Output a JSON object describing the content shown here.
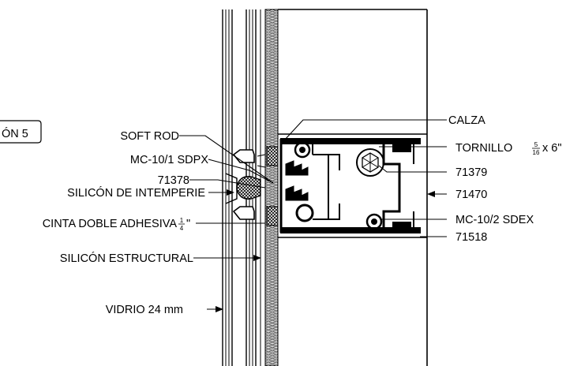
{
  "section_tag": "ÓN 5",
  "labels": {
    "soft_rod": "SOFT ROD",
    "mc10_1": "MC-10/1 SDPX",
    "part_71378": "71378",
    "silicon_intemperie": "SILICÓN DE INTEMPERIE",
    "cinta": "CINTA DOBLE ADHESIVA",
    "cinta_frac_num": "1",
    "cinta_frac_den": "4",
    "cinta_suffix": "\"",
    "silicon_estructural": "SILICÓN ESTRUCTURAL",
    "vidrio": "VIDRIO 24 mm",
    "calza": "CALZA",
    "tornillo": "TORNILLO",
    "tornillo_frac_num": "5",
    "tornillo_frac_den": "16",
    "tornillo_suffix": "x 6\"",
    "part_71379": "71379",
    "part_71470": "71470",
    "mc10_2": "MC-10/2 SDEX",
    "part_71518": "71518"
  },
  "colors": {
    "ink": "#000000",
    "paper": "#ffffff",
    "hatch": "#3a3a3a"
  }
}
